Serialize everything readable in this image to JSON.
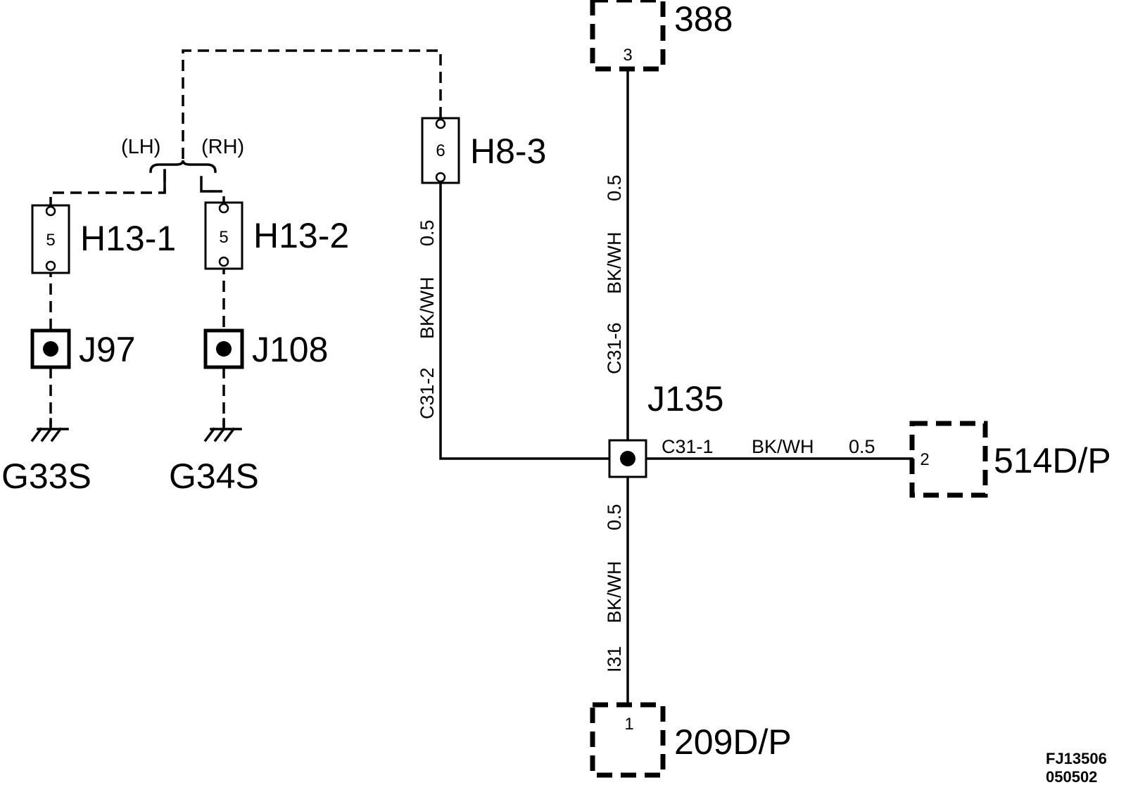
{
  "components": {
    "c388": {
      "label": "388",
      "pin": "3"
    },
    "c514": {
      "label": "514D/P",
      "pin": "2"
    },
    "c209": {
      "label": "209D/P",
      "pin": "1"
    },
    "h8_3": {
      "label": "H8-3",
      "pin": "6"
    },
    "h13_1": {
      "label": "H13-1",
      "pin": "5"
    },
    "h13_2": {
      "label": "H13-2",
      "pin": "5"
    }
  },
  "splices": {
    "j135": "J135",
    "j97": "J97",
    "j108": "J108"
  },
  "grounds": {
    "g33s": "G33S",
    "g34s": "G34S"
  },
  "branches": {
    "lh": "(LH)",
    "rh": "(RH)"
  },
  "wires": {
    "c31_2": {
      "circuit": "C31-2",
      "color": "BK/WH",
      "size": "0.5"
    },
    "c31_6": {
      "circuit": "C31-6",
      "color": "BK/WH",
      "size": "0.5"
    },
    "c31_1": {
      "circuit": "C31-1",
      "color": "BK/WH",
      "size": "0.5"
    },
    "i31": {
      "circuit": "I31",
      "color": "BK/WH",
      "size": "0.5"
    }
  },
  "figure_ref": {
    "code": "FJ13506",
    "date": "050502"
  }
}
